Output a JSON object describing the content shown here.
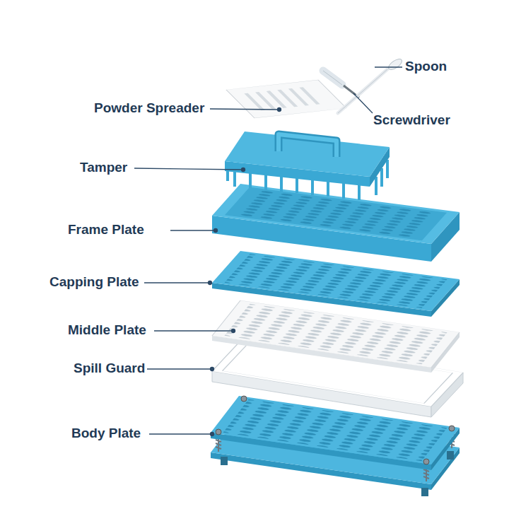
{
  "diagram": {
    "labels": [
      "Spoon",
      "Powder Spreader",
      "Screwdriver",
      "Tamper",
      "Frame Plate",
      "Capping Plate",
      "Middle Plate",
      "Spill Guard",
      "Body Plate"
    ]
  }
}
